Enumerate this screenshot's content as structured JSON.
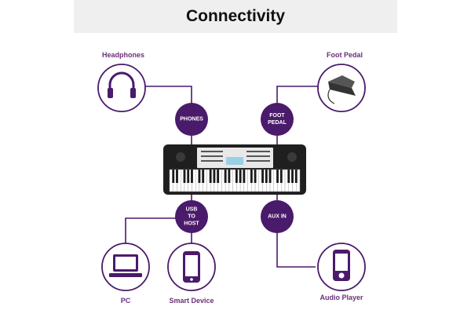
{
  "title": "Connectivity",
  "colors": {
    "purple": "#4a1a6b",
    "label": "#6b2f7a",
    "line": "#4a1a6b",
    "header_bg": "#efefef"
  },
  "ports": {
    "phones": "PHONES",
    "foot_pedal": "FOOT\nPEDAL",
    "usb_to_host": "USB\nTO\nHOST",
    "aux_in": "AUX IN"
  },
  "devices": {
    "headphones": {
      "label": "Headphones",
      "icon": "headphones-icon"
    },
    "foot_pedal": {
      "label": "Foot Pedal",
      "icon": "foot-pedal-icon"
    },
    "pc": {
      "label": "PC",
      "icon": "laptop-icon"
    },
    "smart_device": {
      "label": "Smart Device",
      "icon": "smartphone-icon"
    },
    "audio_player": {
      "label": "Audio Player",
      "icon": "audio-player-icon"
    }
  }
}
